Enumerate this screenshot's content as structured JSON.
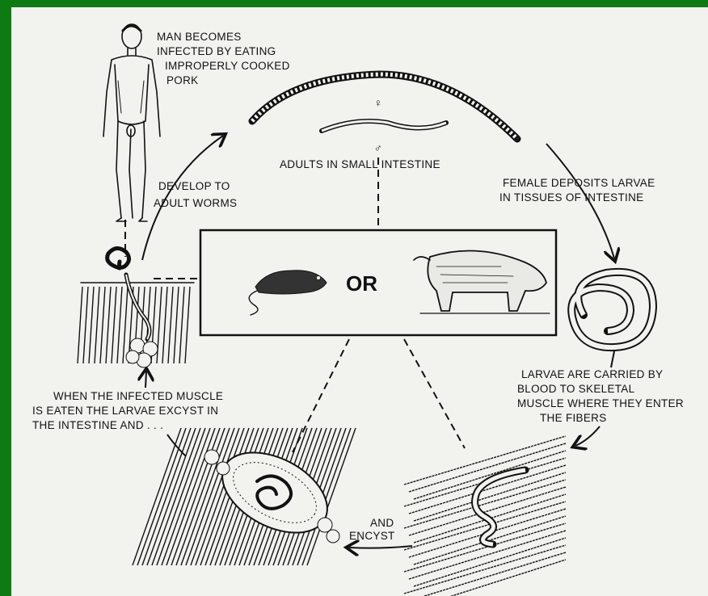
{
  "labels": {
    "man_infected": [
      "MAN BECOMES",
      "INFECTED BY EATING",
      "IMPROPERLY COOKED",
      "PORK"
    ],
    "develop": [
      "DEVELOP TO",
      "ADULT WORMS"
    ],
    "adults": "ADULTS IN SMALL INTESTINE",
    "female_deposits": [
      "FEMALE DEPOSITS LARVAE",
      "IN TISSUES OF INTESTINE"
    ],
    "larvae_carried": [
      "LARVAE ARE CARRIED BY",
      "BLOOD TO SKELETAL",
      "MUSCLE WHERE THEY ENTER",
      "THE FIBERS"
    ],
    "and_encyst": [
      "AND",
      "ENCYST"
    ],
    "when_infected": [
      "WHEN THE INFECTED MUSCLE",
      "IS EATEN THE LARVAE EXCYST IN",
      "THE INTESTINE AND . . ."
    ],
    "or": "OR",
    "female_symbol": "♀",
    "male_symbol": "♂"
  },
  "colors": {
    "frame": "#0d7a12",
    "paper": "#f2f2ef",
    "ink": "#111111"
  }
}
